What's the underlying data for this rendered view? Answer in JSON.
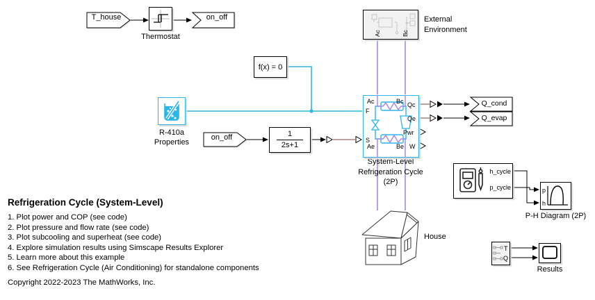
{
  "colors": {
    "physical_cyan": "#2cb5e8",
    "moist_air_purple": "#a98ae6",
    "ps_signal_maroon": "#976b6b",
    "block_gray": "#f2f2f2",
    "wire_black": "#000000"
  },
  "tags": {
    "t_house": "T_house",
    "on_off_goto": "on_off",
    "on_off_from": "on_off",
    "q_cond": "Q_cond",
    "q_evap": "Q_evap"
  },
  "blocks": {
    "thermostat": {
      "label": "Thermostat"
    },
    "external_environment": {
      "label_line1": "External",
      "label_line2": "Environment",
      "ports": {
        "ac": "Ac",
        "bc": "Bc"
      }
    },
    "solver": {
      "text": "f(x) = 0"
    },
    "refrigerant": {
      "label_line1": "R-410a",
      "label_line2": "Properties"
    },
    "transfer_fcn": {
      "numerator": "1",
      "denominator": "2s+1"
    },
    "cycle": {
      "label_line1": "System-Level",
      "label_line2": "Refrigeration Cycle",
      "label_line3": "(2P)",
      "ports": {
        "ac": "Ac",
        "bc": "Bc",
        "f": "F",
        "s": "S",
        "ae": "Ae",
        "be": "Be",
        "qc": "Qc",
        "qe": "Qe",
        "pwr": "Pwr",
        "w": "W"
      }
    },
    "house": {
      "label": "House"
    },
    "sensor": {
      "ports": {
        "h": "h_cycle",
        "p": "p_cycle"
      }
    },
    "ph_diagram": {
      "label": "P-H Diagram (2P)",
      "ports": {
        "p": "p",
        "h": "h"
      }
    },
    "results_bus": {
      "ports": {
        "t": "T",
        "q": "Q"
      }
    },
    "results_scope": {
      "label": "Results"
    }
  },
  "annotation": {
    "title": "Refrigeration Cycle (System-Level)",
    "items": [
      "1. Plot power and COP (see code)",
      "2. Plot pressure and flow rate (see code)",
      "3. Plot subcooling and superheat (see code)",
      "4. Explore simulation results using Simscape Results Explorer",
      "5. Learn more about this example",
      "6. See Refrigeration Cycle (Air Conditioning) for standalone components"
    ],
    "copyright": "Copyright 2022-2023 The MathWorks, Inc."
  }
}
